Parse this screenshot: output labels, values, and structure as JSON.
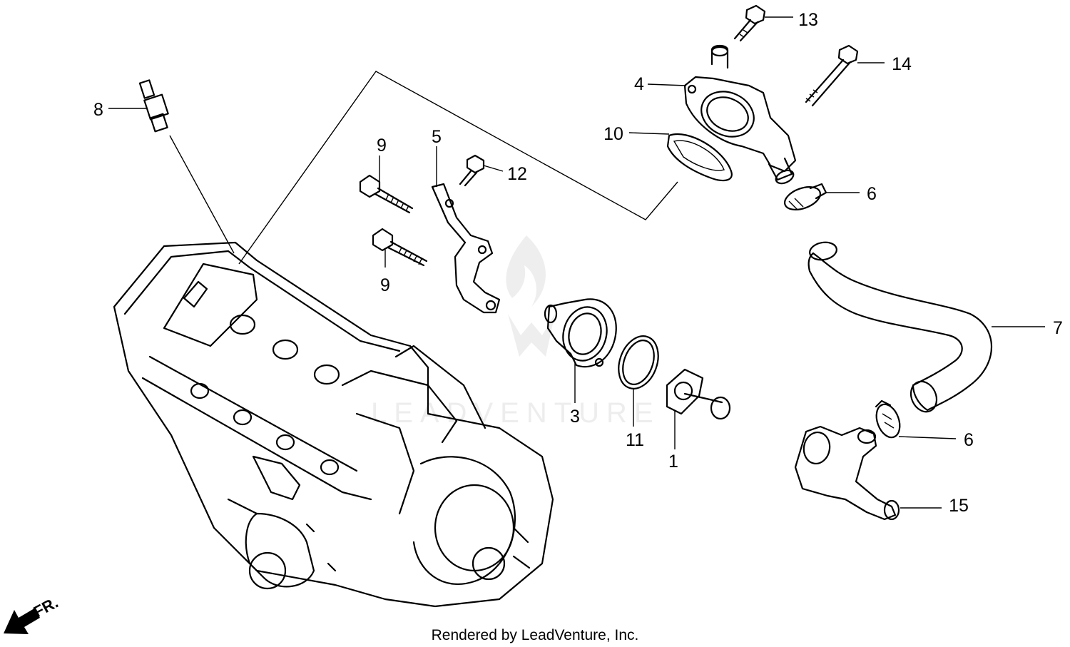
{
  "callouts": {
    "c1": "1",
    "c3": "3",
    "c4": "4",
    "c5": "5",
    "c6a": "6",
    "c6b": "6",
    "c7": "7",
    "c8": "8",
    "c9a": "9",
    "c9b": "9",
    "c10": "10",
    "c11": "11",
    "c12": "12",
    "c13": "13",
    "c14": "14",
    "c15": "15"
  },
  "direction_label": "FR.",
  "watermark_text": "LEADVENTURE",
  "credit": "Rendered by LeadVenture, Inc.",
  "icons": [
    "front-direction-arrow-icon",
    "leadventure-watermark-icon"
  ]
}
